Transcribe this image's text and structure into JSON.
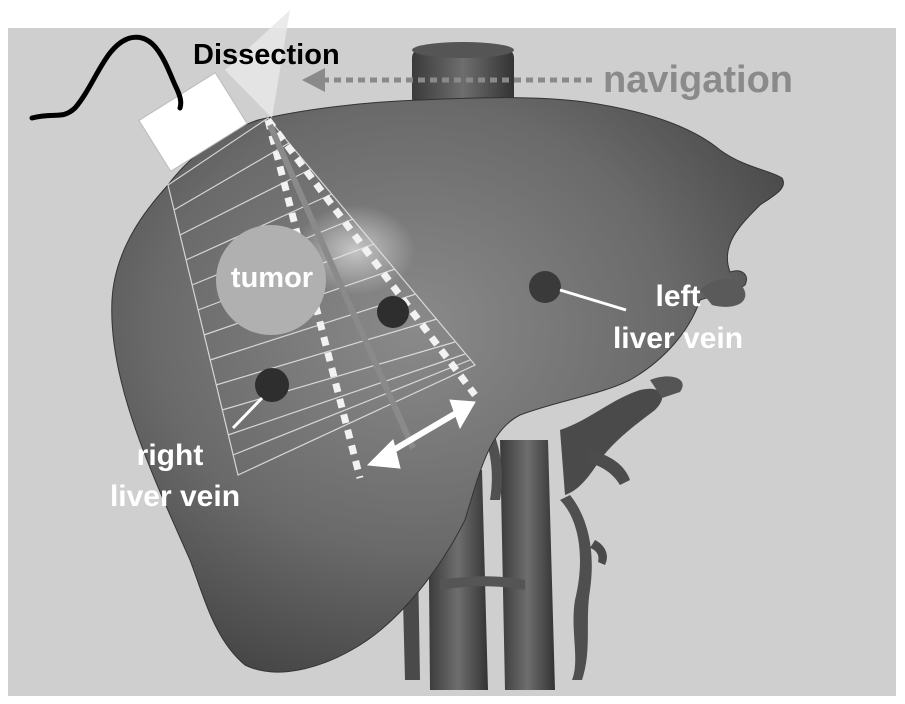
{
  "labels": {
    "dissection": "Dissection",
    "navigation": "navigation",
    "tumor": "tumor",
    "left_vein_line1": "left",
    "left_vein_line2": "liver vein",
    "right_vein_line1": "right",
    "right_vein_line2": "liver vein"
  },
  "colors": {
    "background": "#cfcfcf",
    "liver": "#6b6b6b",
    "tumor": "#b0b0b0",
    "navigation_text": "#8a8a8a",
    "label_white": "#ffffff",
    "label_black": "#000000"
  }
}
